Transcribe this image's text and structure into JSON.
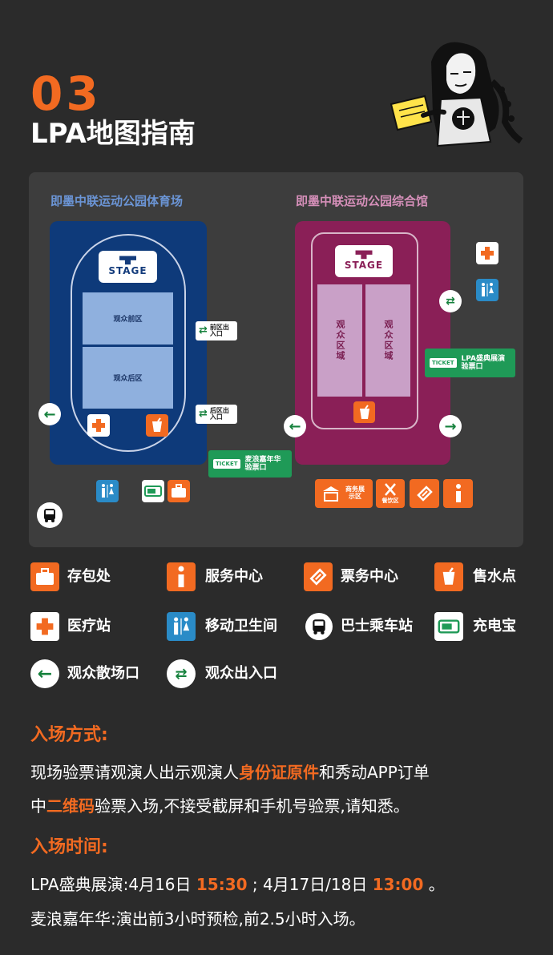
{
  "section_number": "03",
  "section_title": "LPA地图指南",
  "map": {
    "left_venue_title": "即墨中联运动公园体育场",
    "right_venue_title": "即墨中联运动公园综合馆",
    "stage_label": "STAGE",
    "front_zone": "观众前区",
    "back_zone": "观众后区",
    "audience_zone": "观众区域",
    "front_gate": "前区出入口",
    "back_gate": "后区出入口",
    "ticket_tag": "TICKET",
    "ticket_left": "麦浪嘉年华验票口",
    "ticket_right": "LPA盛典展演验票口",
    "business_area": "商务展示区",
    "dining_area": "餐饮区"
  },
  "legend": [
    {
      "icon": "luggage-icon",
      "label": "存包处"
    },
    {
      "icon": "info-icon",
      "label": "服务中心"
    },
    {
      "icon": "ticket-service-icon",
      "label": "票务中心"
    },
    {
      "icon": "drink-icon",
      "label": "售水点"
    },
    {
      "icon": "medical-cross-icon",
      "label": "医疗站"
    },
    {
      "icon": "toilet-icon",
      "label": "移动卫生间"
    },
    {
      "icon": "bus-icon",
      "label": "巴士乘车站"
    },
    {
      "icon": "power-bank-icon",
      "label": "充电宝"
    },
    {
      "icon": "exit-arrow-icon",
      "label": "观众散场口"
    },
    {
      "icon": "entry-exit-icon",
      "label": "观众出入口"
    }
  ],
  "entry_method": {
    "heading": "入场方式:",
    "line1_a": "现场验票请观演人出示观演人",
    "line1_hl": "身份证原件",
    "line1_b": "和秀动APP订单",
    "line2_a": "中",
    "line2_hl": "二维码",
    "line2_b": "验票入场,不接受截屏和手机号验票,请知悉。"
  },
  "entry_time": {
    "heading": "入场时间:",
    "line1_a": "LPA盛典展演:4月16日 ",
    "line1_t1": "15:30",
    "line1_b": " ; 4月17日/18日 ",
    "line1_t2": "13:00",
    "line1_c": " 。",
    "line2": "麦浪嘉年华:演出前3小时预检,前2.5小时入场。"
  },
  "colors": {
    "accent": "#f26a21",
    "stadium": "#0e3a7a",
    "arena": "#8a1f57",
    "green": "#1f9a57",
    "blue": "#2a8bc7"
  }
}
